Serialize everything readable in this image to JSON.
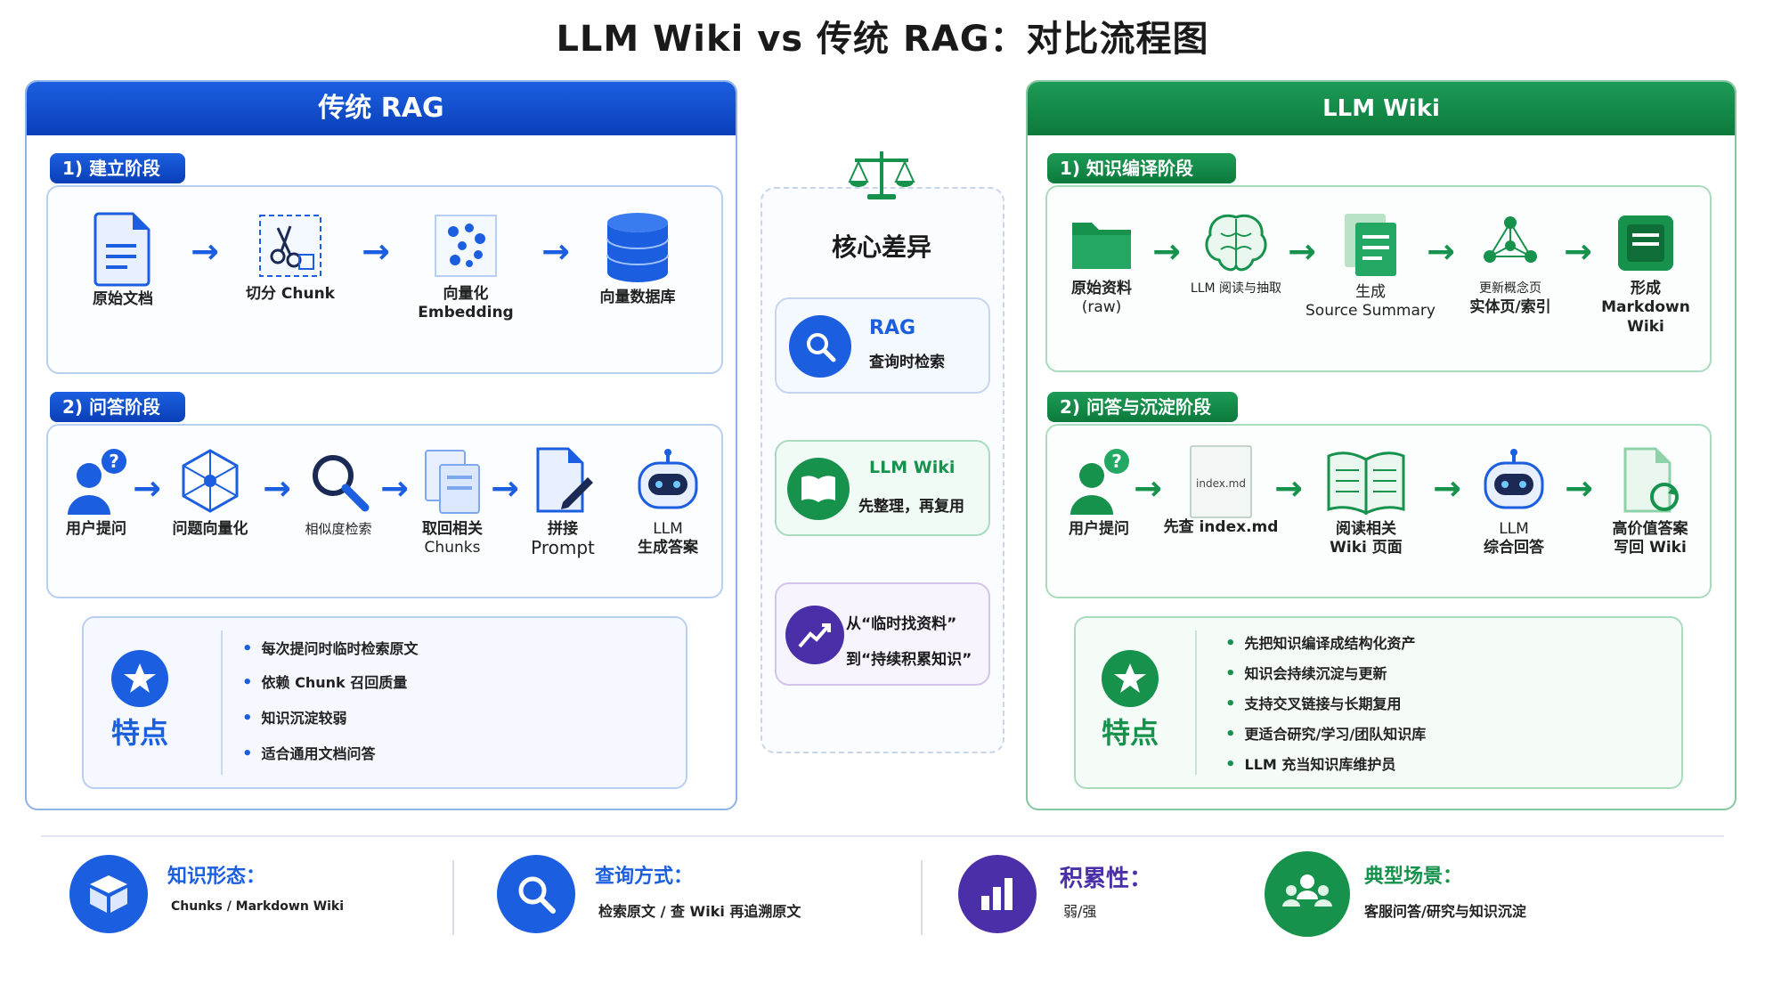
{
  "title": "LLM Wiki vs 传统 RAG：对比流程图",
  "rag": {
    "header": "传统 RAG",
    "build": {
      "tag": "1) 建立阶段",
      "steps": [
        {
          "label": "原始文档",
          "sub": ""
        },
        {
          "label": "切分 Chunk",
          "sub": ""
        },
        {
          "label": "向量化",
          "sub": "Embedding"
        },
        {
          "label": "向量数据库",
          "sub": ""
        }
      ]
    },
    "qa": {
      "tag": "2) 问答阶段",
      "steps": [
        {
          "label": "用户提问",
          "sub": ""
        },
        {
          "label": "问题向量化",
          "sub": ""
        },
        {
          "label": "相似度检索",
          "sub": ""
        },
        {
          "label": "取回相关",
          "sub": "Chunks"
        },
        {
          "label": "拼接",
          "sub": "Prompt"
        },
        {
          "label": "LLM",
          "sub": "生成答案"
        }
      ]
    },
    "features": {
      "title": "特点",
      "items": [
        "每次提问时临时检索原文",
        "依赖 Chunk 召回质量",
        "知识沉淀较弱",
        "适合通用文档问答"
      ]
    }
  },
  "wiki": {
    "header": "LLM Wiki",
    "compile": {
      "tag": "1) 知识编译阶段",
      "steps": [
        {
          "label": "原始资料",
          "sub": "(raw)"
        },
        {
          "label": "LLM 阅读与抽取",
          "sub": ""
        },
        {
          "label": "生成",
          "sub": "Source Summary"
        },
        {
          "label": "更新概念页",
          "sub": "实体页/索引"
        },
        {
          "label": "形成",
          "sub": "Markdown Wiki"
        }
      ]
    },
    "qa": {
      "tag": "2) 问答与沉淀阶段",
      "steps": [
        {
          "label": "用户提问",
          "sub": ""
        },
        {
          "label": "先查 index.md",
          "sub": "",
          "doc_text": "index.md"
        },
        {
          "label": "阅读相关",
          "sub": "Wiki 页面"
        },
        {
          "label": "LLM",
          "sub": "综合回答"
        },
        {
          "label": "高价值答案",
          "sub": "写回 Wiki"
        }
      ]
    },
    "features": {
      "title": "特点",
      "items": [
        "先把知识编译成结构化资产",
        "知识会持续沉淀与更新",
        "支持交叉链接与长期复用",
        "更适合研究/学习/团队知识库",
        "LLM 充当知识库维护员"
      ]
    }
  },
  "center": {
    "title": "核心差异",
    "cards": [
      {
        "title": "RAG",
        "desc": "查询时检索"
      },
      {
        "title": "LLM Wiki",
        "desc": "先整理，再复用"
      },
      {
        "title": "",
        "desc": "从“临时找资料”",
        "desc2": "到“持续积累知识”"
      }
    ]
  },
  "bottom": [
    {
      "title": "知识形态：",
      "desc": "Chunks / Markdown Wiki"
    },
    {
      "title": "查询方式：",
      "desc": "检索原文 / 查 Wiki 再追溯原文"
    },
    {
      "title": "积累性：",
      "desc": "弱/强"
    },
    {
      "title": "典型场景：",
      "desc": "客服问答/研究与知识沉淀"
    }
  ],
  "colors": {
    "blue": "#1b5fe0",
    "green": "#16924d",
    "purple": "#4b2fa8"
  }
}
